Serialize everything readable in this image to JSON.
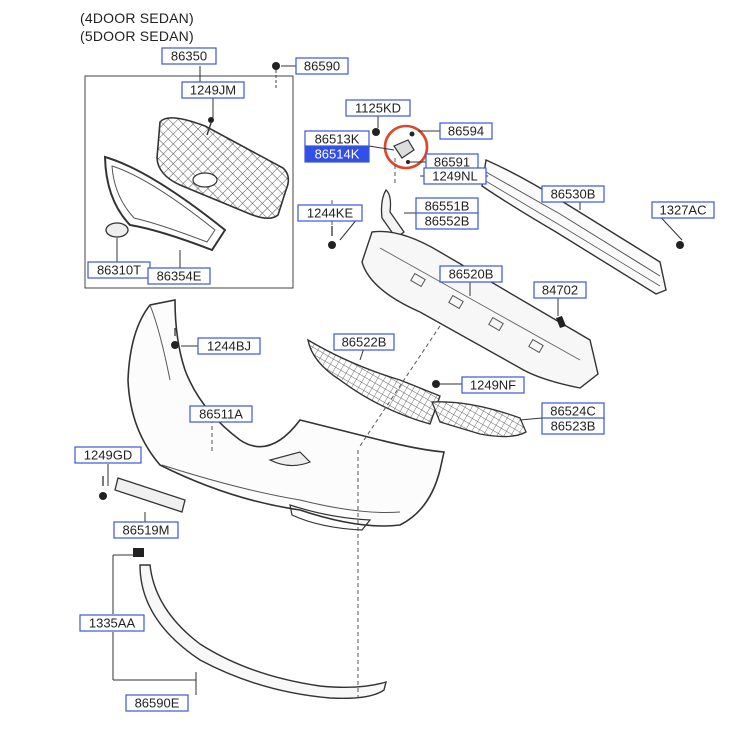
{
  "headers": [
    "(4DOOR SEDAN)",
    "(5DOOR SEDAN)"
  ],
  "labels": {
    "l86350": "86350",
    "l86590": "86590",
    "l1249JM": "1249JM",
    "l1125KD": "1125KD",
    "l86513K": "86513K",
    "l86514K": "86514K",
    "l86594": "86594",
    "l86591": "86591",
    "l1249NL": "1249NL",
    "l86530B": "86530B",
    "l1327AC": "1327AC",
    "l1244KE": "1244KE",
    "l86551B": "86551B",
    "l86552B": "86552B",
    "l86520B": "86520B",
    "l84702": "84702",
    "l86310T": "86310T",
    "l86354E": "86354E",
    "l1244BJ": "1244BJ",
    "l86522B": "86522B",
    "l1249NF": "1249NF",
    "l86511A": "86511A",
    "l86524C": "86524C",
    "l86523B": "86523B",
    "l1249GD": "1249GD",
    "l86519M": "86519M",
    "l1335AA": "1335AA",
    "l86590E": "86590E"
  },
  "colors": {
    "label_border": "#3b56d9",
    "highlight_fill": "#3350e6",
    "callout_circle": "#e0452a",
    "line": "#444444"
  }
}
